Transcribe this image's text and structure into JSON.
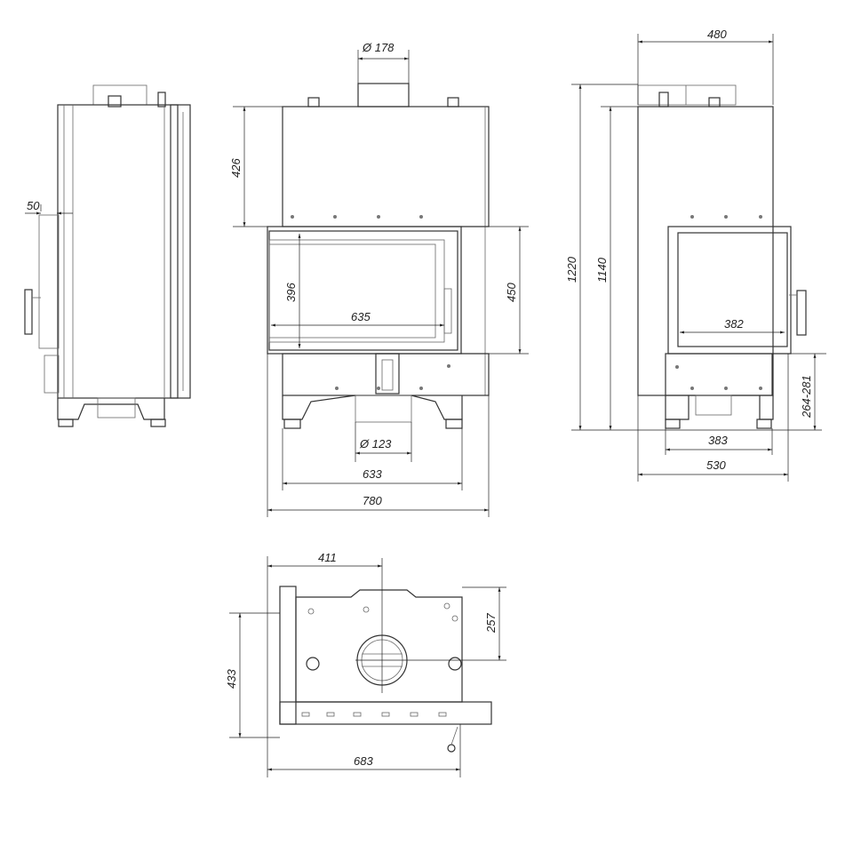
{
  "drawing": {
    "side_view": {
      "depth_offset": "50"
    },
    "front_view": {
      "flue_diameter": "Ø 178",
      "top_height": "426",
      "glass_height": "396",
      "glass_width": "635",
      "door_height": "450",
      "air_inlet_diameter": "Ø 123",
      "base_width": "633",
      "total_width": "780"
    },
    "right_view": {
      "top_width": "480",
      "total_height": "1220",
      "body_height": "1140",
      "glass_width": "382",
      "door_bottom_height": "264-281",
      "base_width": "383",
      "total_depth": "530"
    },
    "top_view": {
      "flue_offset_x": "411",
      "flue_offset_y": "257",
      "depth": "433",
      "width": "683"
    }
  }
}
